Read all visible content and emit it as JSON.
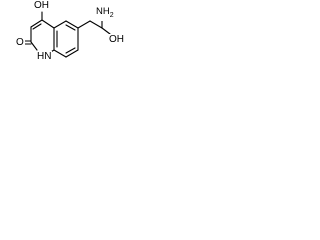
{
  "molecule": {
    "labels": {
      "hydroxyl_top": "OH",
      "carbonyl_oxygen": "O",
      "amine_top": "NH2",
      "hydroxyl_side": "OH",
      "ring_nitrogen": "HN"
    }
  }
}
